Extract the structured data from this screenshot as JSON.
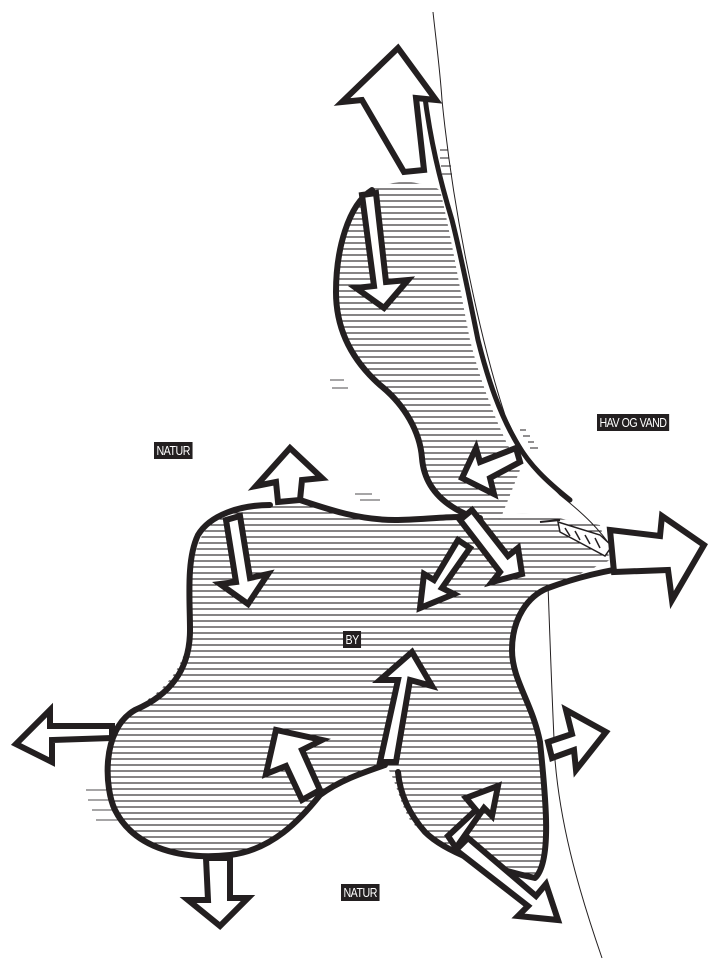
{
  "map": {
    "labels": {
      "natur_west": "NATUR",
      "hav_og_vand": "HAV OG VAND",
      "by": "BY",
      "natur_south": "NATUR"
    },
    "colors": {
      "ink": "#231f20",
      "paper": "#ffffff"
    },
    "symbols": {
      "area": "hatched-built-area",
      "arrow": "hollow-direction-arrow",
      "line": "coastline"
    }
  }
}
